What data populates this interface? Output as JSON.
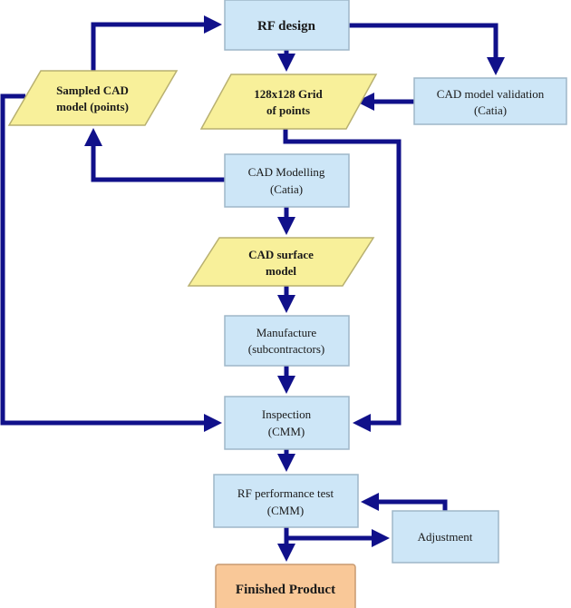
{
  "colors": {
    "process_fill": "#cde6f7",
    "process_stroke": "#9fb7c8",
    "data_fill": "#f8f09a",
    "data_stroke": "#b8b070",
    "final_fill": "#f9c898",
    "final_stroke": "#c89a70",
    "arrow": "#10108a"
  },
  "nodes": {
    "rf_design": {
      "lines": [
        "RF design"
      ],
      "type": "process"
    },
    "grid_points": {
      "lines": [
        "128x128 Grid",
        "of points"
      ],
      "type": "data"
    },
    "cad_validation": {
      "lines": [
        "CAD model validation",
        "(Catia)"
      ],
      "type": "process"
    },
    "sampled_cad": {
      "lines": [
        "Sampled CAD",
        "model (points)"
      ],
      "type": "data"
    },
    "cad_modelling": {
      "lines": [
        "CAD Modelling",
        "(Catia)"
      ],
      "type": "process"
    },
    "cad_surface": {
      "lines": [
        "CAD surface",
        "model"
      ],
      "type": "data"
    },
    "manufacture": {
      "lines": [
        "Manufacture",
        "(subcontractors)"
      ],
      "type": "process"
    },
    "inspection": {
      "lines": [
        "Inspection",
        "(CMM)"
      ],
      "type": "process"
    },
    "rf_test": {
      "lines": [
        "RF performance test",
        "(CMM)"
      ],
      "type": "process"
    },
    "adjustment": {
      "lines": [
        "Adjustment"
      ],
      "type": "process"
    },
    "finished": {
      "lines": [
        "Finished Product"
      ],
      "type": "terminal"
    }
  },
  "edges": [
    {
      "from": "sampled_cad",
      "to": "rf_design"
    },
    {
      "from": "rf_design",
      "to": "grid_points"
    },
    {
      "from": "rf_design",
      "to": "cad_validation"
    },
    {
      "from": "cad_validation",
      "to": "grid_points"
    },
    {
      "from": "cad_modelling",
      "to": "sampled_cad"
    },
    {
      "from": "grid_points",
      "to": "inspection"
    },
    {
      "from": "sampled_cad",
      "to": "inspection"
    },
    {
      "from": "cad_modelling",
      "to": "cad_surface"
    },
    {
      "from": "cad_surface",
      "to": "manufacture"
    },
    {
      "from": "manufacture",
      "to": "inspection"
    },
    {
      "from": "inspection",
      "to": "rf_test"
    },
    {
      "from": "rf_test",
      "to": "adjustment"
    },
    {
      "from": "adjustment",
      "to": "rf_test"
    },
    {
      "from": "rf_test",
      "to": "finished"
    }
  ]
}
